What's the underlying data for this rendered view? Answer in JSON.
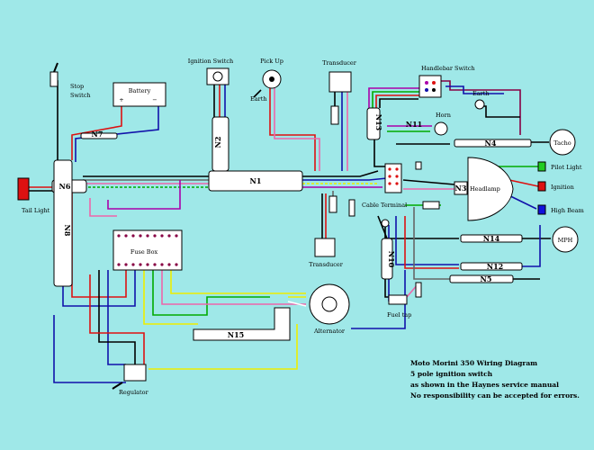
{
  "diagram": {
    "background": "#9fe8e8",
    "components": {
      "stop_switch": "Stop\nSwitch",
      "battery": "Battery",
      "battery_plus": "+",
      "battery_minus": "−",
      "tail_light": "Tail Light",
      "ignition_switch": "Ignition Switch",
      "pick_up": "Pick Up",
      "earth_pickup": "Earth",
      "transducer_top": "Transducer",
      "handlebar_switch": "Handlebar Switch",
      "earth_right": "Earth",
      "horn": "Horn",
      "tacho": "Tacho",
      "pilot_light": "Pilot Light",
      "ignition": "Ignition",
      "high_beam": "High Beam",
      "headlamp": "Headlamp",
      "cable_terminal": "Cable Terminal",
      "mph": "MPH",
      "fuse_box": "Fuse Box",
      "transducer_bottom": "Transducer",
      "alternator": "Alternator",
      "fuel_tap": "Fuel tap",
      "regulator": "Regulator"
    },
    "harness_labels": {
      "n1": "N1",
      "n2": "N2",
      "n3": "N3",
      "n4": "N4",
      "n5": "N5",
      "n6": "N6",
      "n7": "N7",
      "n8": "N8",
      "n10": "N10",
      "n11": "N11",
      "n12": "N12",
      "n13": "N13",
      "n14": "N14",
      "n15": "N15"
    },
    "notes": [
      "Moto Morini 350    Wiring Diagram",
      "5 pole ignition switch",
      "as shown in the Haynes service manual",
      "No responsibility can be accepted for errors."
    ],
    "colors": {
      "harness_fill": "#ffffff",
      "harness_stroke": "#000000",
      "wire_red": "#d11",
      "wire_blue": "#11a",
      "wire_green": "#0a0",
      "wire_yellow": "#ee0",
      "wire_purple": "#a0a",
      "wire_brown": "#804",
      "wire_black": "#000",
      "wire_grey": "#666",
      "wire_white": "#fff",
      "wire_pink": "#e6a",
      "pilot_light": "#22cc22",
      "ignition_light": "#dd1111",
      "high_beam_light": "#1111dd"
    }
  }
}
